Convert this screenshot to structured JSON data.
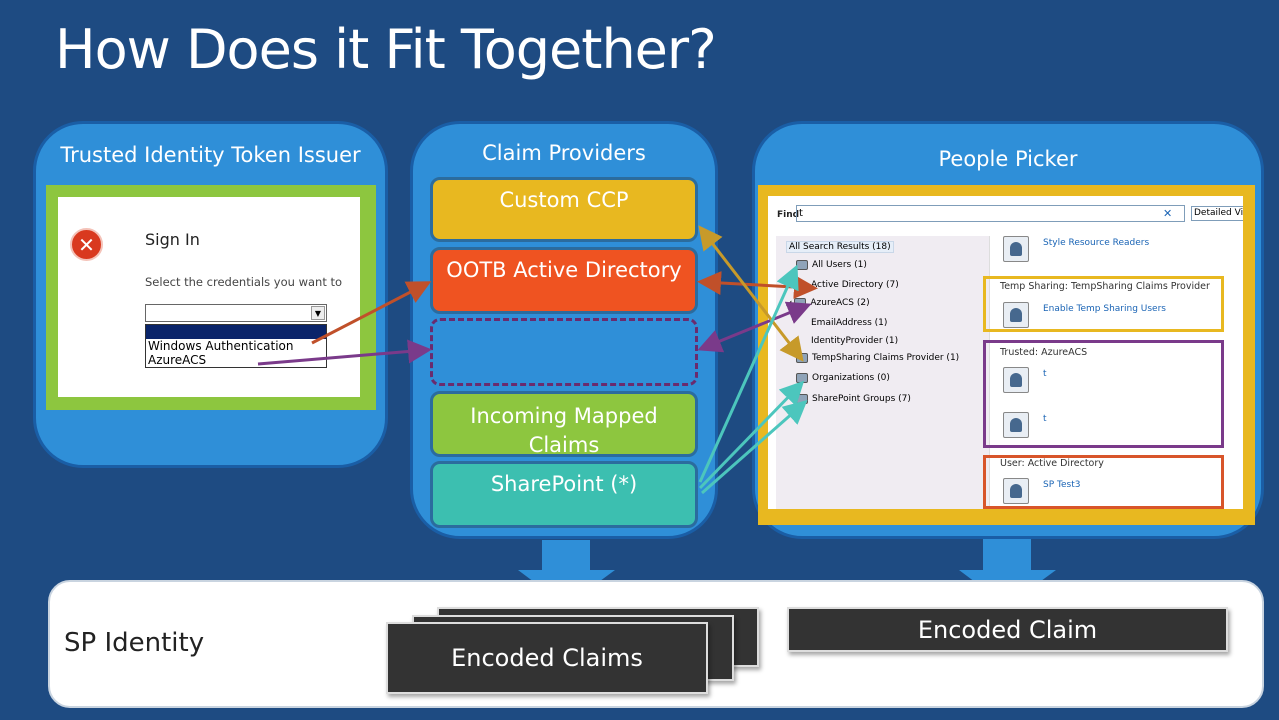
{
  "title": "How Does it Fit Together?",
  "panels": {
    "tti": {
      "title": "Trusted Identity Token Issuer"
    },
    "cp": {
      "title": "Claim Providers",
      "boxes": [
        {
          "label": "Custom CCP",
          "color": "#e8b820"
        },
        {
          "label": "OOTB Active Directory",
          "color": "#ef5321"
        },
        {
          "label": "",
          "color": "#2f8fd8"
        },
        {
          "label": "Incoming Mapped Claims",
          "color": "#8dc63f"
        },
        {
          "label": "SharePoint (*)",
          "color": "#3cbfb0"
        }
      ]
    },
    "pp": {
      "title": "People Picker"
    }
  },
  "signin": {
    "heading": "Sign In",
    "prompt": "Select the credentials you want to",
    "options": [
      "Windows Authentication",
      "AzureACS"
    ]
  },
  "people_picker": {
    "find_label": "Find",
    "find_value": "t",
    "view_label": "Detailed Vi",
    "clear_icon": "close-icon",
    "tree": [
      {
        "label": "All Search Results (18)",
        "icon": false
      },
      {
        "label": "All Users (1)",
        "icon": true
      },
      {
        "label": "Active Directory (7)",
        "icon": false
      },
      {
        "label": "AzureACS (2)",
        "icon": true
      },
      {
        "label": "EmailAddress (1)",
        "icon": false
      },
      {
        "label": "IdentityProvider (1)",
        "icon": false
      },
      {
        "label": "TempSharing Claims Provider (1)",
        "icon": true
      },
      {
        "label": "Organizations (0)",
        "icon": true
      },
      {
        "label": "SharePoint Groups (7)",
        "icon": true
      }
    ],
    "results": {
      "top_link": "Style Resource Readers",
      "temp_head": "Temp Sharing: TempSharing Claims Provider",
      "temp_link": "Enable Temp Sharing Users",
      "trusted_head": "Trusted: AzureACS",
      "trusted_links": [
        "t",
        "t"
      ],
      "user_head": "User: Active Directory",
      "user_link": "SP Test3"
    }
  },
  "bottom": {
    "sp_identity": "SP Identity",
    "encoded_claims": "Encoded Claims",
    "encoded_claim": "Encoded Claim"
  },
  "colors": {
    "background": "#1e4b82",
    "panel": "#2f8fd8",
    "arrow_down": "#2f8fd8",
    "orange_arrow": "#c0502a",
    "gold_arrow": "#c79a2a",
    "purple_arrow": "#7a3a8a",
    "teal_arrow": "#4cc6bd"
  }
}
